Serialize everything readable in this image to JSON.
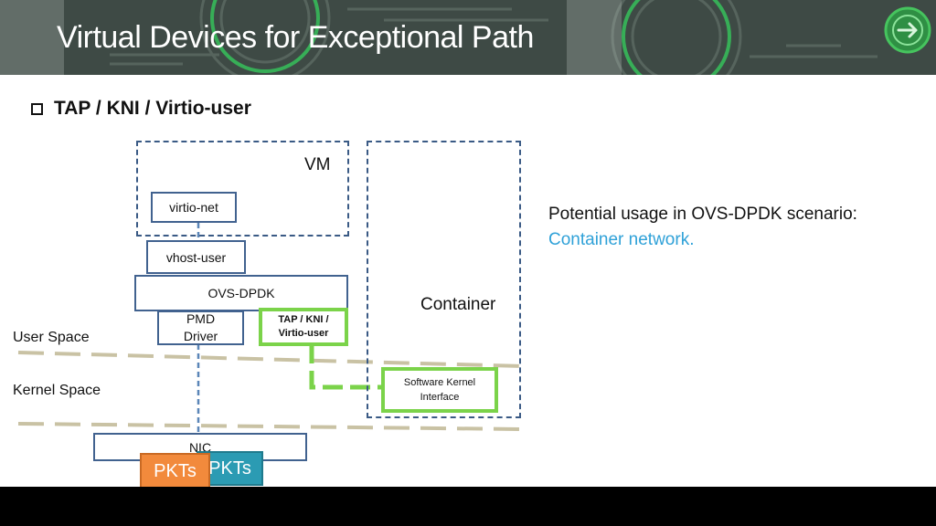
{
  "slide": {
    "title": "Virtual Devices for Exceptional Path",
    "bullet": "TAP / KNI / Virtio-user"
  },
  "diagram": {
    "vm_label": "VM",
    "container_label": "Container",
    "virtio_net": "virtio-net",
    "vhost_user": "vhost-user",
    "ovs_dpdk": "OVS-DPDK",
    "pmd_driver": [
      "PMD",
      "Driver"
    ],
    "tap_kni": [
      "TAP / KNI /",
      "Virtio-user"
    ],
    "software_kernel": [
      "Software Kernel",
      "Interface"
    ],
    "user_space": "User Space",
    "kernel_space": "Kernel Space",
    "nic": "NIC",
    "pkts_orange": "PKTs",
    "pkts_teal": "PKTs"
  },
  "note": {
    "line1": "Potential usage in OVS-DPDK scenario:",
    "line2": "Container network."
  },
  "colors": {
    "header_bg": "#3e4a45",
    "dashed_border": "#3a5a85",
    "green_path": "#7bd34a",
    "highlight_text": "#2fa1d8",
    "pkts_orange": "#f28a3c",
    "pkts_teal": "#2b9bb3"
  },
  "icons": {
    "header_logo": "arrow-circle-icon",
    "bullet": "checkbox-bullet-icon"
  }
}
